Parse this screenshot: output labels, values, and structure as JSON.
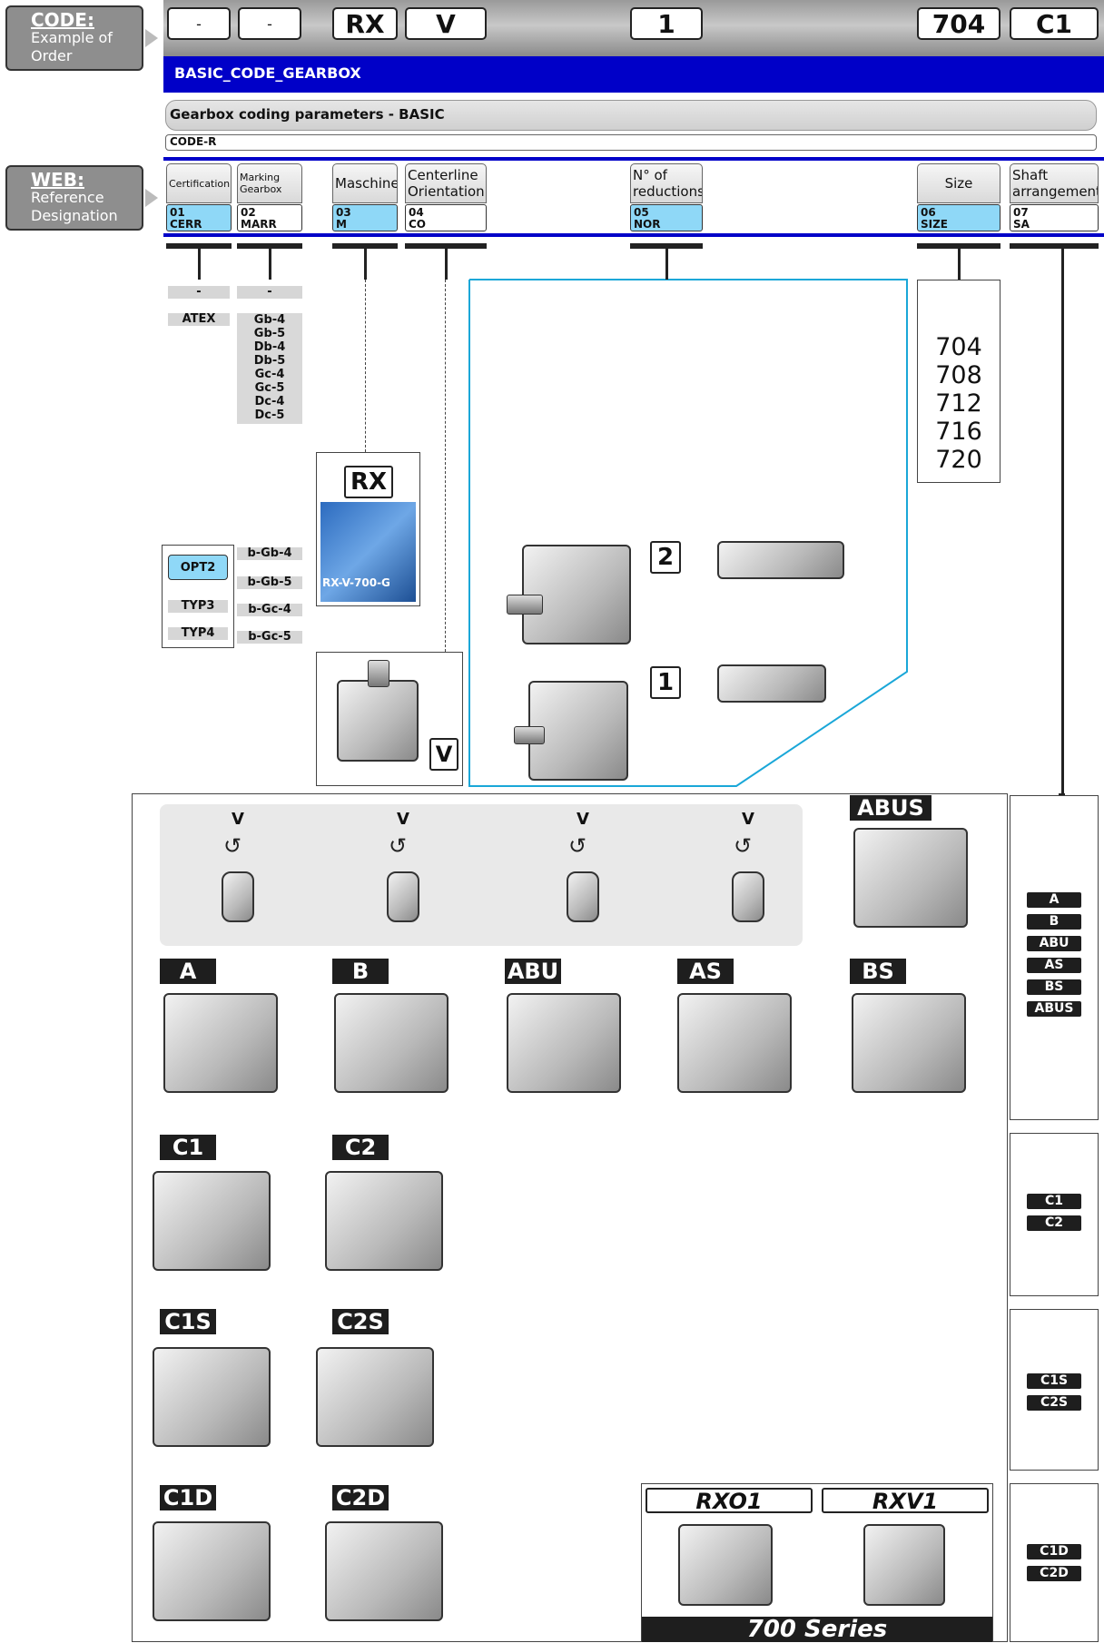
{
  "code_panel": {
    "title": "CODE:",
    "line1": "Example of",
    "line2": "Order"
  },
  "web_panel": {
    "title": "WEB:",
    "line1": "Reference",
    "line2": "Designation"
  },
  "code_values": [
    "-",
    "-",
    "RX",
    "V",
    "1",
    "704",
    "C1"
  ],
  "basic_title": "BASIC_CODE_GEARBOX",
  "section_title": "Gearbox coding parameters - BASIC",
  "code_r": "CODE-R",
  "params": [
    {
      "label": "Certification",
      "num": "01",
      "code": "CERR"
    },
    {
      "label": "Marking Gearbox",
      "num": "02",
      "code": "MARR"
    },
    {
      "label": "Maschine",
      "num": "03",
      "code": "M"
    },
    {
      "label": "Centerline Orientation",
      "num": "04",
      "code": "CO"
    },
    {
      "label": "N° of reductions",
      "num": "05",
      "code": "NOR"
    },
    {
      "label": "Size",
      "num": "06",
      "code": "SIZE"
    },
    {
      "label": "Shaft arrangement",
      "num": "07",
      "code": "SA"
    }
  ],
  "cert_options": [
    "-",
    "ATEX"
  ],
  "marking_options": [
    "-",
    "Gb-4",
    "Gb-5",
    "Db-4",
    "Db-5",
    "Gc-4",
    "Gc-5",
    "Dc-4",
    "Dc-5"
  ],
  "sizes": [
    "704",
    "708",
    "712",
    "716",
    "720"
  ],
  "machine": {
    "label": "RX",
    "image_caption": "RX-V-700-G"
  },
  "orientation": {
    "label": "V"
  },
  "reductions": [
    {
      "label": "2"
    },
    {
      "label": "1"
    }
  ],
  "option_types": [
    "OPT2",
    "TYP3",
    "TYP4"
  ],
  "option_marks": [
    "b-Gb-4",
    "b-Gb-5",
    "b-Gc-4",
    "b-Gc-5"
  ],
  "v_label": "V",
  "arrangement_labels": {
    "abus": "ABUS",
    "a": "A",
    "b": "B",
    "abu": "ABU",
    "as": "AS",
    "bs": "BS",
    "c1": "C1",
    "c2": "C2",
    "c1s": "C1S",
    "c2s": "C2S",
    "c1d": "C1D",
    "c2d": "C2D"
  },
  "side_tags": {
    "g1": [
      "A",
      "B",
      "ABU",
      "AS",
      "BS",
      "ABUS"
    ],
    "g2": [
      "C1",
      "C2"
    ],
    "g3": [
      "C1S",
      "C2S"
    ],
    "g4": [
      "C1D",
      "C2D"
    ]
  },
  "series": {
    "rxo": "RXO1",
    "rxv": "RXV1",
    "footer": "700 Series"
  },
  "colors": {
    "blue": "#0000c8",
    "light_blue": "#8fd8f7",
    "cyan_outline": "#1aa7d8"
  }
}
